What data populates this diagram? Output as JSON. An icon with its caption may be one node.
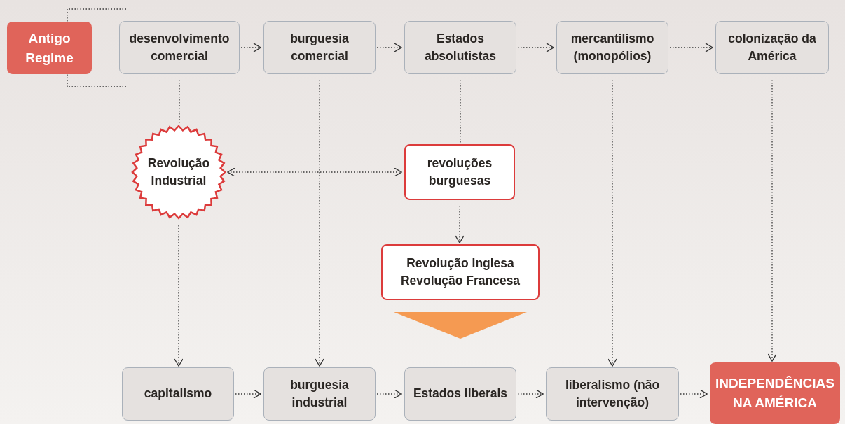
{
  "diagram": {
    "nodes": [
      {
        "text": [
          "Antigo Regime"
        ]
      },
      {
        "text": [
          "desenvolvimento comercial"
        ]
      },
      {
        "text": [
          "burguesia comercial"
        ]
      },
      {
        "text": [
          "Estados absolutistas"
        ]
      },
      {
        "text": [
          "mercantilismo (monopólios)"
        ]
      },
      {
        "text": [
          "colonização da América"
        ]
      },
      {
        "text": [
          "Revolução Industrial"
        ]
      },
      {
        "text": [
          "revoluções burguesas"
        ]
      },
      {
        "text": [
          "Revolução Inglesa Revolução Francesa"
        ]
      },
      {
        "text": [
          "capitalismo"
        ]
      },
      {
        "text": [
          "burguesia industrial"
        ]
      },
      {
        "text": [
          "Estados liberais"
        ]
      },
      {
        "text": [
          "liberalismo (não intervenção)"
        ]
      },
      {
        "text": [
          "INDEPENDÊNCIAS NA AMÉRICA"
        ]
      }
    ],
    "edges": [
      {
        "from": 1,
        "to": 2,
        "arrow": "to"
      },
      {
        "from": 2,
        "to": 3,
        "arrow": "to"
      },
      {
        "from": 3,
        "to": 4,
        "arrow": "to"
      },
      {
        "from": 4,
        "to": 5,
        "arrow": "to"
      },
      {
        "from": 1,
        "to": 6,
        "arrow": "none"
      },
      {
        "from": 6,
        "to": 9,
        "arrow": "to"
      },
      {
        "from": 2,
        "to": 10,
        "arrow": "to"
      },
      {
        "from": 3,
        "to": 7,
        "arrow": "none"
      },
      {
        "from": 7,
        "to": 8,
        "arrow": "to"
      },
      {
        "from": 6,
        "to": 7,
        "arrow": "both"
      },
      {
        "from": 4,
        "to": 12,
        "arrow": "to"
      },
      {
        "from": 5,
        "to": 13,
        "arrow": "to"
      },
      {
        "from": 8,
        "to": 11,
        "arrow": "to",
        "style": "thick",
        "color": "#f59a52"
      },
      {
        "from": 9,
        "to": 10,
        "arrow": "to"
      },
      {
        "from": 10,
        "to": 11,
        "arrow": "to"
      },
      {
        "from": 11,
        "to": 12,
        "arrow": "to"
      },
      {
        "from": 12,
        "to": 13,
        "arrow": "to"
      }
    ]
  }
}
